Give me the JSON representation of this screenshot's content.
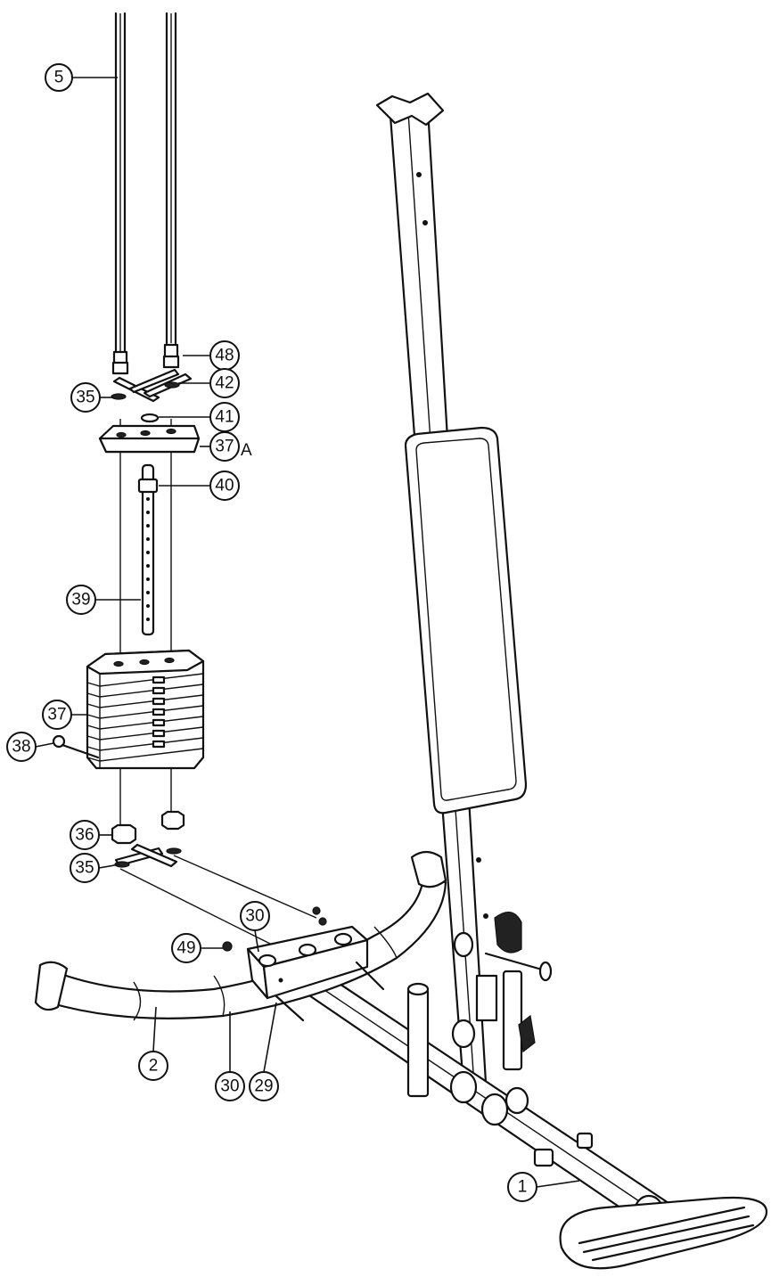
{
  "callouts": [
    {
      "id": "c5",
      "label": "5"
    },
    {
      "id": "c48",
      "label": "48"
    },
    {
      "id": "c42",
      "label": "42"
    },
    {
      "id": "c35a",
      "label": "35"
    },
    {
      "id": "c41",
      "label": "41"
    },
    {
      "id": "c37a",
      "label": "37"
    },
    {
      "id": "c40",
      "label": "40"
    },
    {
      "id": "c39",
      "label": "39"
    },
    {
      "id": "c37",
      "label": "37"
    },
    {
      "id": "c38",
      "label": "38"
    },
    {
      "id": "c36",
      "label": "36"
    },
    {
      "id": "c35b",
      "label": "35"
    },
    {
      "id": "c30a",
      "label": "30"
    },
    {
      "id": "c49",
      "label": "49"
    },
    {
      "id": "c2",
      "label": "2"
    },
    {
      "id": "c30b",
      "label": "30"
    },
    {
      "id": "c29",
      "label": "29"
    },
    {
      "id": "c1",
      "label": "1"
    }
  ],
  "suffix_37a": "A"
}
